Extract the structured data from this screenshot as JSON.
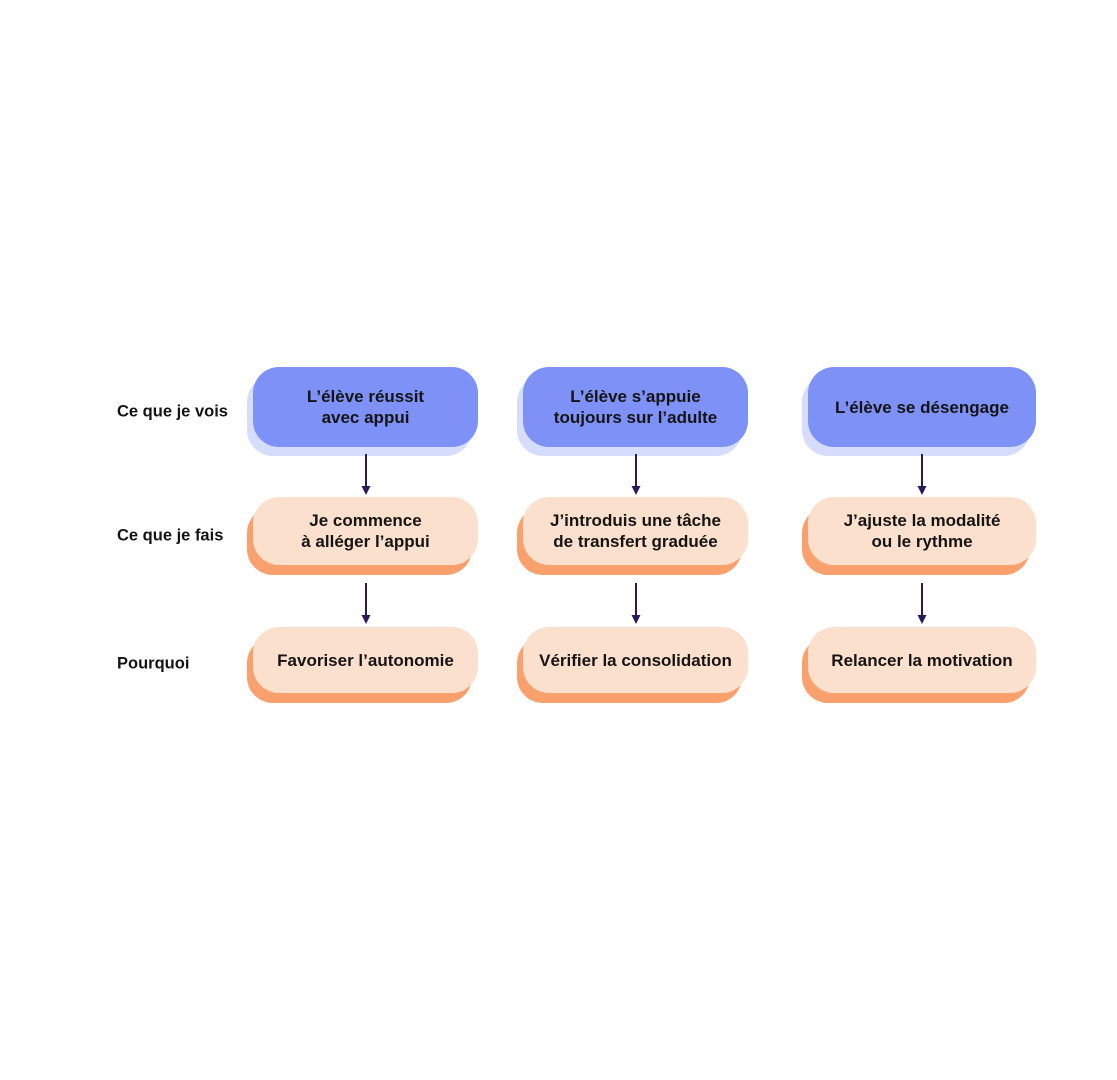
{
  "colors": {
    "background": "#FFFFFF",
    "text": "#141414",
    "see_fill": "#7E91F7",
    "see_shadow": "#D6DCFB",
    "act_fill": "#FCE0CE",
    "act_shadow": "#F9A06C",
    "arrow": "#2B195B"
  },
  "rows": [
    {
      "label": "Ce que je vois"
    },
    {
      "label": "Ce que je fais"
    },
    {
      "label": "Pourquoi"
    }
  ],
  "columns": [
    {
      "see": "L’élève réussit\navec appui",
      "do": "Je commence\nà alléger l’appui",
      "why": "Favoriser l’autonomie"
    },
    {
      "see": "L’élève s’appuie\ntoujours sur l’adulte",
      "do": "J’introduis une tâche\nde transfert graduée",
      "why": "Vérifier la consolidation"
    },
    {
      "see": "L’élève se désengage",
      "do": "J’ajuste la modalité\nou le rythme",
      "why": "Relancer la motivation"
    }
  ]
}
